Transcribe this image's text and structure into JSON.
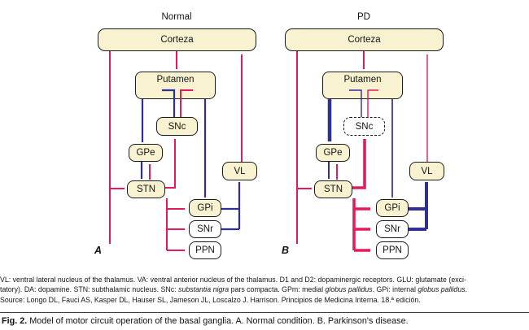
{
  "colors": {
    "excitatory_red": "#E31B5C",
    "inhibitory_blue": "#2F2F97",
    "box_cream": "#F8F2D1",
    "box_border": "#1B1B1B"
  },
  "panels": {
    "normal": {
      "title": "Normal",
      "label": "A"
    },
    "pd": {
      "title": "PD",
      "label": "B"
    }
  },
  "nodes": {
    "cortex": "Corteza",
    "putamen": "Putamen",
    "snc": "SNc",
    "gpe": "GPe",
    "stn": "STN",
    "vl": "VL",
    "gpi": "GPi",
    "snr": "SNr",
    "ppn": "PPN"
  },
  "legend": {
    "line1": [
      {
        "t": "VL: ventral lateral nucleus of the thalamus. VA: ventral anterior nucleus of the thalamus. D1 and D2: dopaminergic receptors. GLU: glutamate (exci-"
      }
    ],
    "line2": [
      {
        "t": "tatory). DA: dopamine. STN: subthalamic nucleus. SNc: "
      },
      {
        "t": "substantia nigra",
        "i": true
      },
      {
        "t": " pars compacta. GPm: medial "
      },
      {
        "t": "globus pallidus",
        "i": true
      },
      {
        "t": ". GPi: internal "
      },
      {
        "t": "globus pallidus",
        "i": true
      },
      {
        "t": "."
      }
    ],
    "line3": [
      {
        "t": "Source: Longo DL, Fauci AS, Kasper DL, Hauser SL, Jameson JL, Loscalzo J. Harrison. Principios de Medicina Interna. 18.ª edición."
      }
    ]
  },
  "caption": {
    "figure_label": "Fig. 2.",
    "text": "Model of motor circuit operation of the basal ganglia. A. Normal condition. B. Parkinson's disease."
  }
}
